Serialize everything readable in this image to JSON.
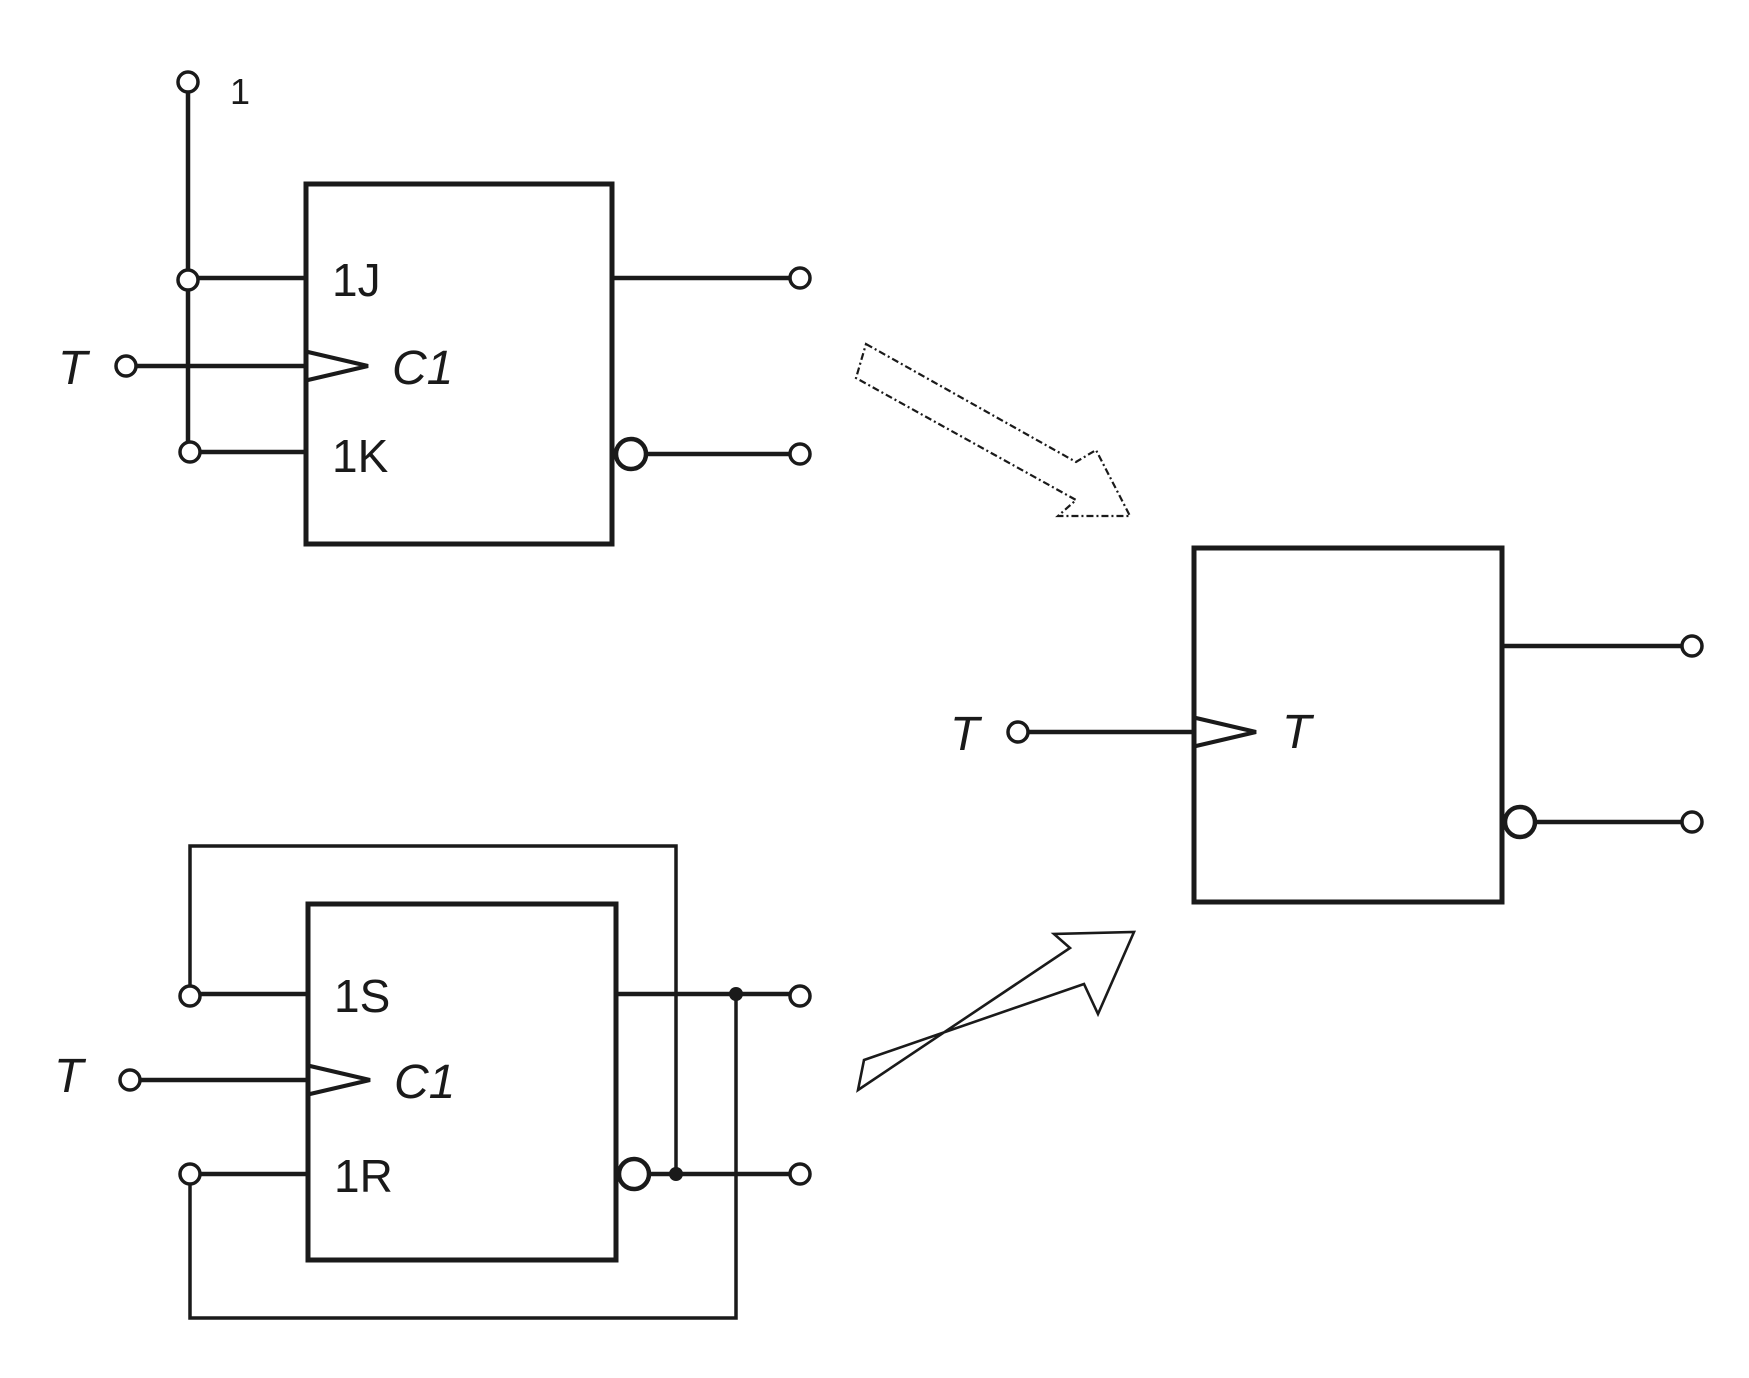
{
  "jk_flipflop": {
    "const_input_label": "1",
    "clock_input_label": "T",
    "pin_j": "1J",
    "pin_c": "C1",
    "pin_k": "1K"
  },
  "rs_flipflop": {
    "clock_input_label": "T",
    "pin_s": "1S",
    "pin_c": "C1",
    "pin_r": "1R"
  },
  "t_flipflop": {
    "clock_input_label": "T",
    "pin_t": "T"
  }
}
